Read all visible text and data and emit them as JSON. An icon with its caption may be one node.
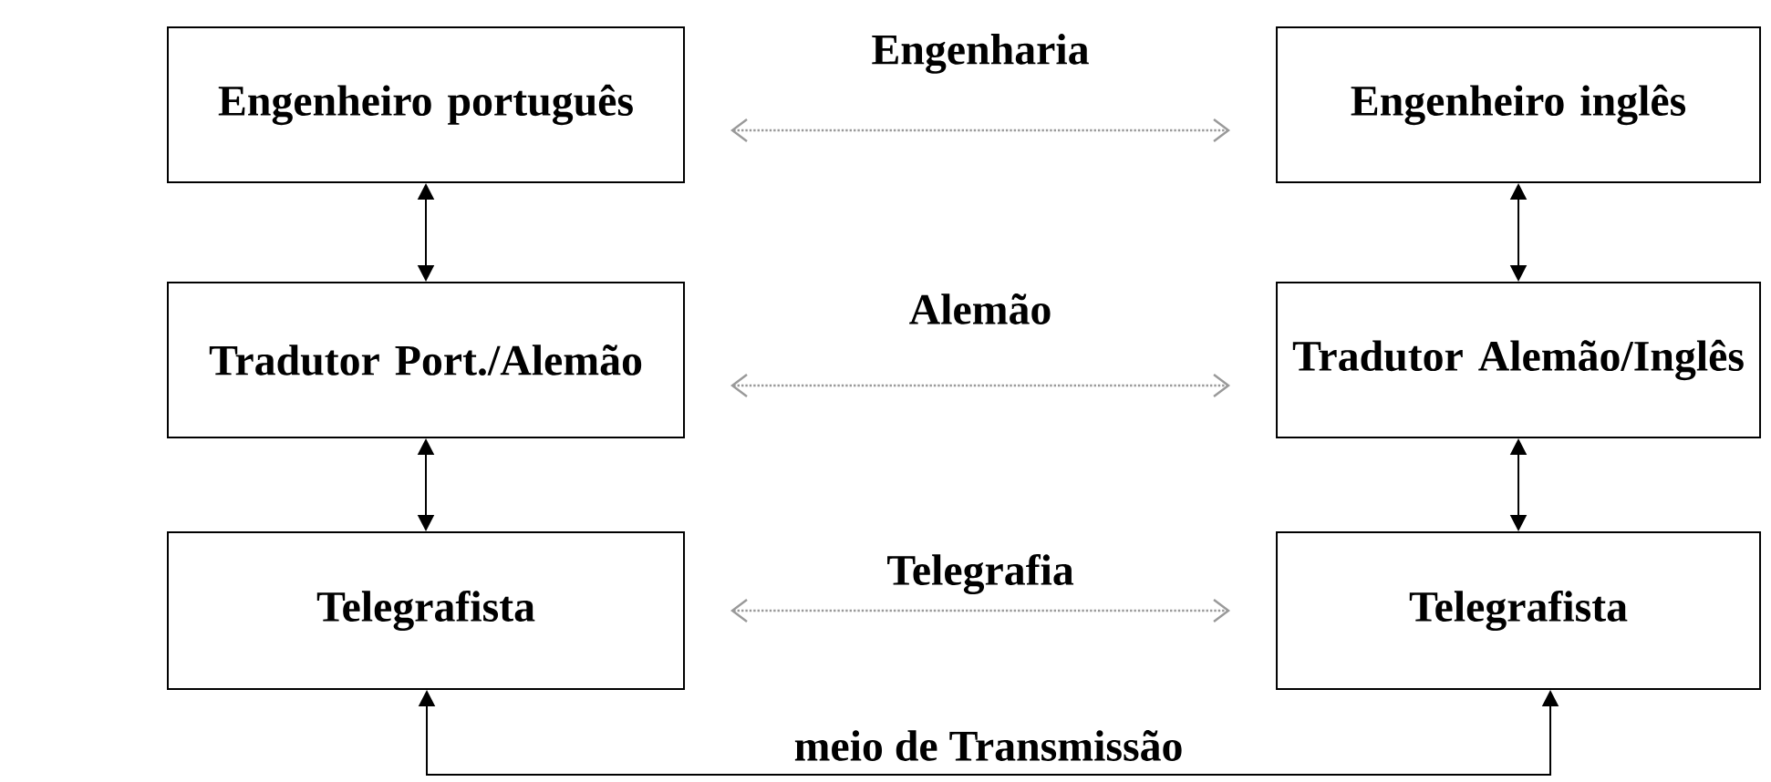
{
  "diagram": {
    "nodes": [
      {
        "text": [
          "Engenheiro português"
        ]
      },
      {
        "text": [
          "Engenheiro inglês"
        ]
      },
      {
        "text": [
          "Tradutor Port./Alemão"
        ]
      },
      {
        "text": [
          "Tradutor Alemão/Inglês"
        ]
      },
      {
        "text": [
          "Telegrafista"
        ]
      },
      {
        "text": [
          "Telegrafista"
        ]
      }
    ],
    "edges": [
      {
        "from": 0,
        "to": 1,
        "arrow": "both",
        "label": "Engenharia",
        "style": "dashed",
        "color": "#999999"
      },
      {
        "from": 0,
        "to": 2,
        "arrow": "both"
      },
      {
        "from": 1,
        "to": 3,
        "arrow": "both"
      },
      {
        "from": 2,
        "to": 3,
        "arrow": "both",
        "label": "Alemão",
        "style": "dashed",
        "color": "#999999"
      },
      {
        "from": 2,
        "to": 4,
        "arrow": "both"
      },
      {
        "from": 3,
        "to": 5,
        "arrow": "both"
      },
      {
        "from": 4,
        "to": 5,
        "arrow": "both",
        "label": "Telegrafia",
        "style": "dashed",
        "color": "#999999"
      },
      {
        "from": 4,
        "to": 5,
        "arrow": "both",
        "label": "meio de Transmissão"
      }
    ]
  }
}
